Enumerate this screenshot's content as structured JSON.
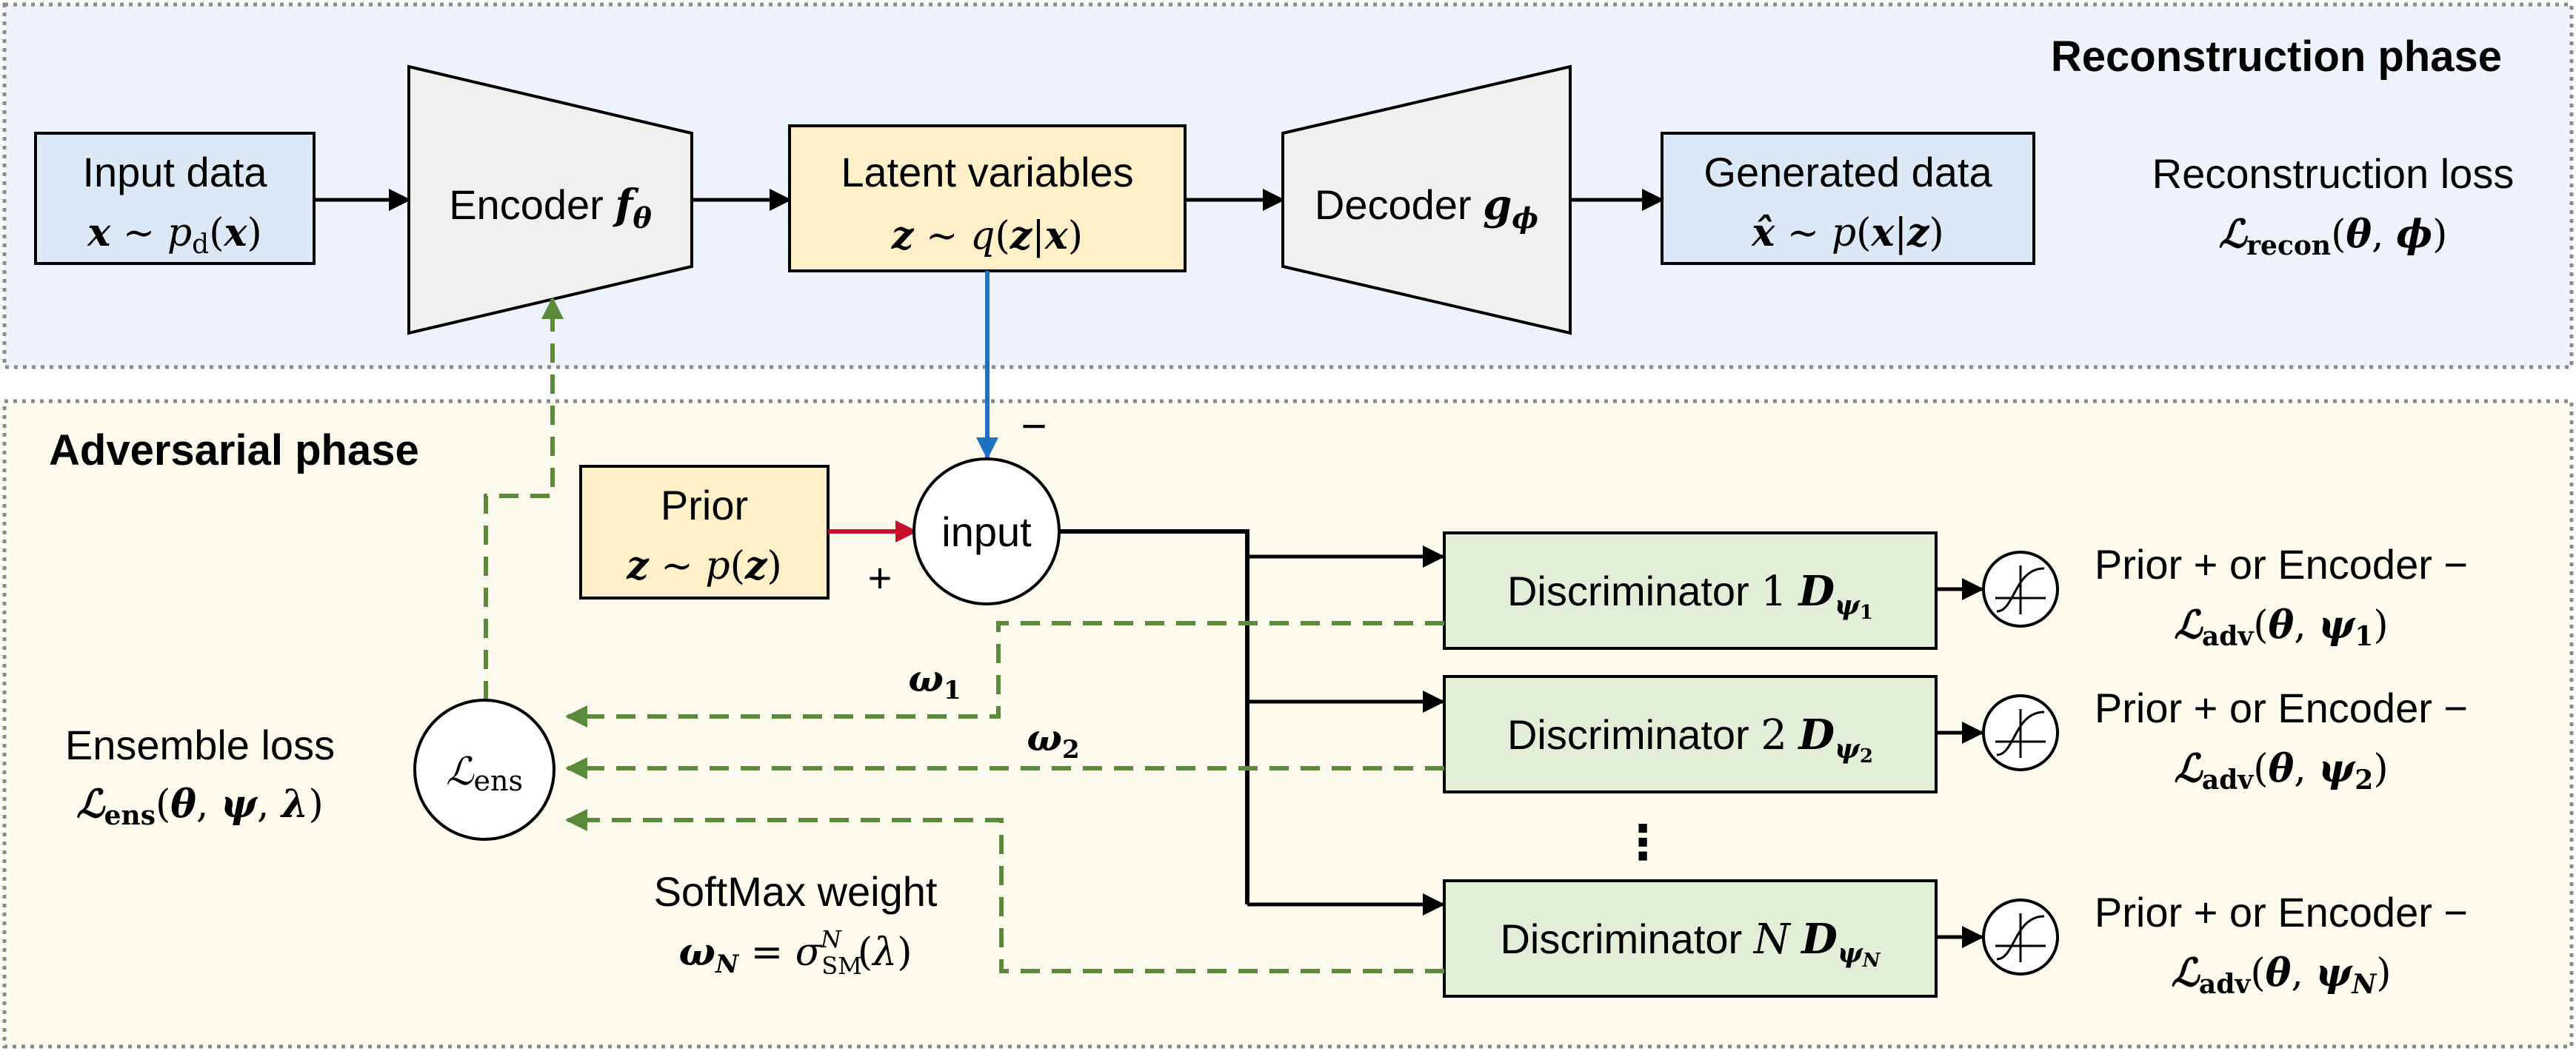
{
  "phases": {
    "reconstruction_title": "Reconstruction phase",
    "adversarial_title": "Adversarial phase"
  },
  "reconstruction": {
    "input_box": {
      "title": "Input data",
      "formula": "x ∼ p_d(x)"
    },
    "encoder": {
      "label": "Encoder",
      "symbol": "f_θ"
    },
    "latent_box": {
      "title": "Latent variables",
      "formula": "z ∼ q(z|x)"
    },
    "decoder": {
      "label": "Decoder",
      "symbol": "g_ϕ"
    },
    "generated_box": {
      "title": "Generated data",
      "formula": "x̂ ∼ p(x|z)"
    },
    "recon_loss": {
      "title": "Reconstruction loss",
      "formula": "ℒ_recon(θ, ϕ)"
    }
  },
  "adversarial": {
    "prior_box": {
      "title": "Prior",
      "formula": "z ∼ p(z)"
    },
    "input_node": "input",
    "minus_sign": "−",
    "plus_sign": "+",
    "ensemble_node": "ℒ_ens",
    "ensemble_loss": {
      "title": "Ensemble loss",
      "formula": "ℒ_ens(θ, ψ, λ)"
    },
    "weights": {
      "w1": "ω_1",
      "w2": "ω_2"
    },
    "softmax": {
      "title": "SoftMax weight",
      "formula": "ω_N = σ_SM^N(λ)"
    },
    "vertical_ellipsis": "⋮",
    "discriminators": [
      {
        "prefix": "Discriminator",
        "index": "1",
        "symbol": "D_ψ1",
        "outcome": "Prior + or Encoder −",
        "loss": "ℒ_adv(θ, ψ_1)"
      },
      {
        "prefix": "Discriminator",
        "index": "2",
        "symbol": "D_ψ2",
        "outcome": "Prior + or Encoder −",
        "loss": "ℒ_adv(θ, ψ_2)"
      },
      {
        "prefix": "Discriminator",
        "index": "N",
        "symbol": "D_ψN",
        "outcome": "Prior + or Encoder −",
        "loss": "ℒ_adv(θ, ψ_N)"
      }
    ]
  },
  "colors": {
    "recon_bg": "#eef3fb",
    "adv_bg": "#fcfbee",
    "blue_box": "#dce8f5",
    "yellow_box": "#fdf0c8",
    "green_box": "#e3eed9",
    "trapezoid": "#f0f0f0",
    "blue_arrow": "#1f72c1",
    "red_arrow": "#c8102e",
    "green_dash": "#5a8a3a"
  }
}
